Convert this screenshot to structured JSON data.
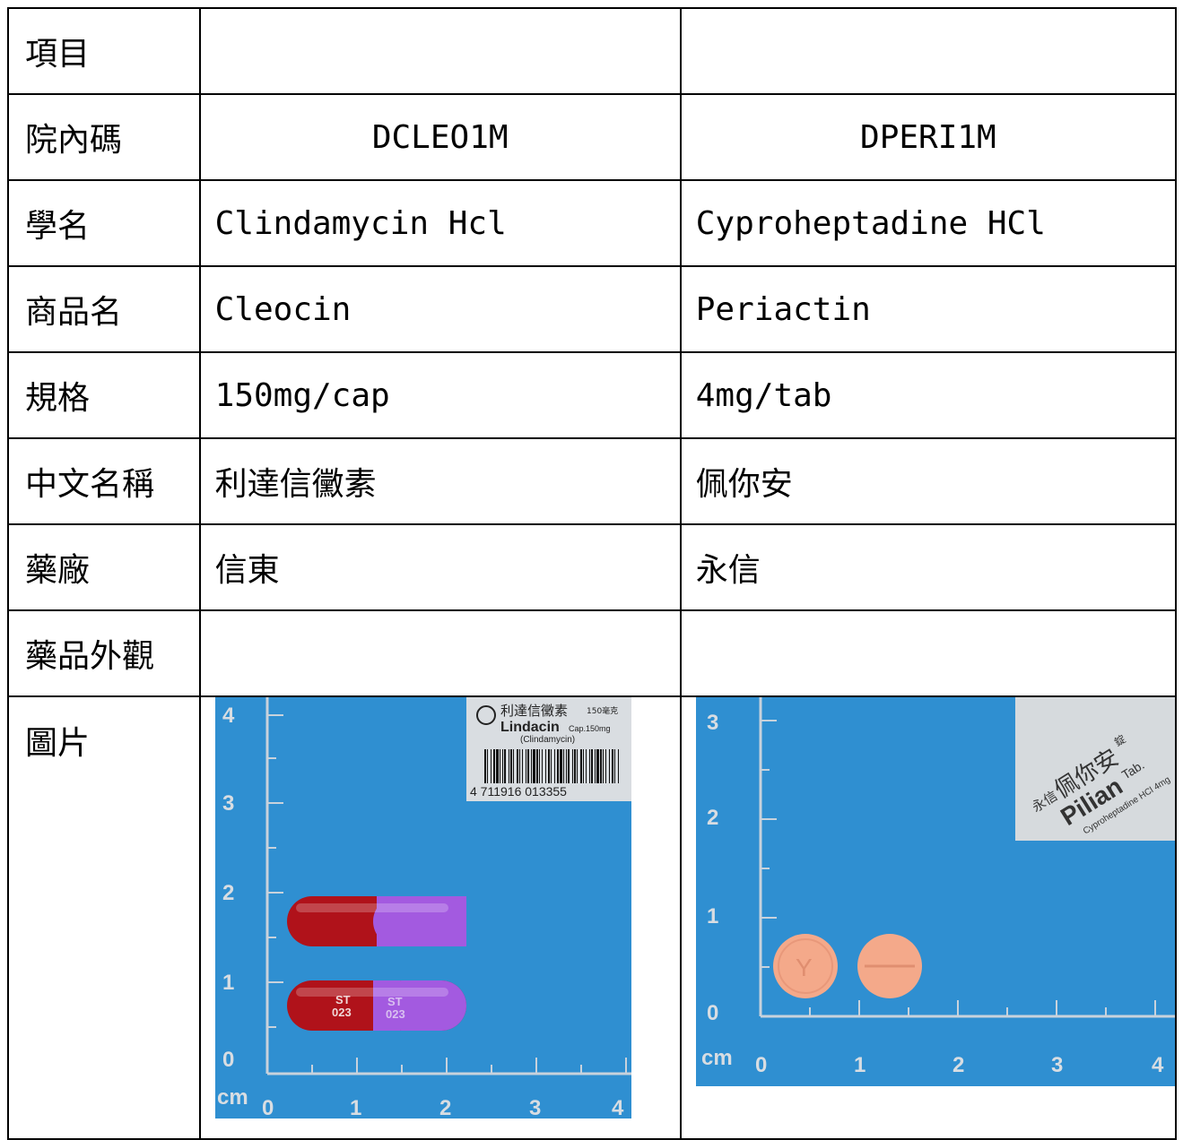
{
  "rows": [
    {
      "label": "項目",
      "a": "",
      "b": ""
    },
    {
      "label": "院內碼",
      "a": "DCLEO1M",
      "b": "DPERI1M"
    },
    {
      "label": "學名",
      "a": "Clindamycin Hcl",
      "b": "Cyproheptadine HCl"
    },
    {
      "label": "商品名",
      "a": "Cleocin",
      "b": "Periactin"
    },
    {
      "label": "規格",
      "a": "150mg/cap",
      "b": "4mg/tab"
    },
    {
      "label": "中文名稱",
      "a": "利達信黴素",
      "b": "佩你安"
    },
    {
      "label": "藥廠",
      "a": "信東",
      "b": "永信"
    },
    {
      "label": "藥品外觀",
      "a": "",
      "b": ""
    }
  ],
  "photo_row": {
    "label": "圖片",
    "photo_a": {
      "ruler_y_ticks": [
        "4",
        "3",
        "2",
        "1",
        "0"
      ],
      "ruler_x_ticks": [
        "0",
        "1",
        "2",
        "3",
        "4"
      ],
      "ruler_unit": "cm",
      "package_text": [
        "利達信黴素",
        "Lindacin",
        "Cap.150mg",
        "150毫克",
        "(Clindamycin)"
      ],
      "barcode": "4 711916 013355",
      "imprint": [
        "ST",
        "023"
      ],
      "colors": {
        "background": "#2f8fd1",
        "cap_left": "#b0121a",
        "cap_right": "#a35ae0"
      }
    },
    "photo_b": {
      "ruler_y_ticks": [
        "3",
        "2",
        "1",
        "0"
      ],
      "ruler_x_ticks": [
        "0",
        "1",
        "2",
        "3",
        "4"
      ],
      "ruler_unit": "cm",
      "package_text": [
        "永信",
        "佩你安",
        "錠",
        "Pilian",
        "Tab.",
        "Cyproheptadine HCl 4mg"
      ],
      "tablet_imprint": "Y",
      "colors": {
        "background": "#2f8fd1",
        "tablet": "#f4a98a"
      }
    }
  }
}
